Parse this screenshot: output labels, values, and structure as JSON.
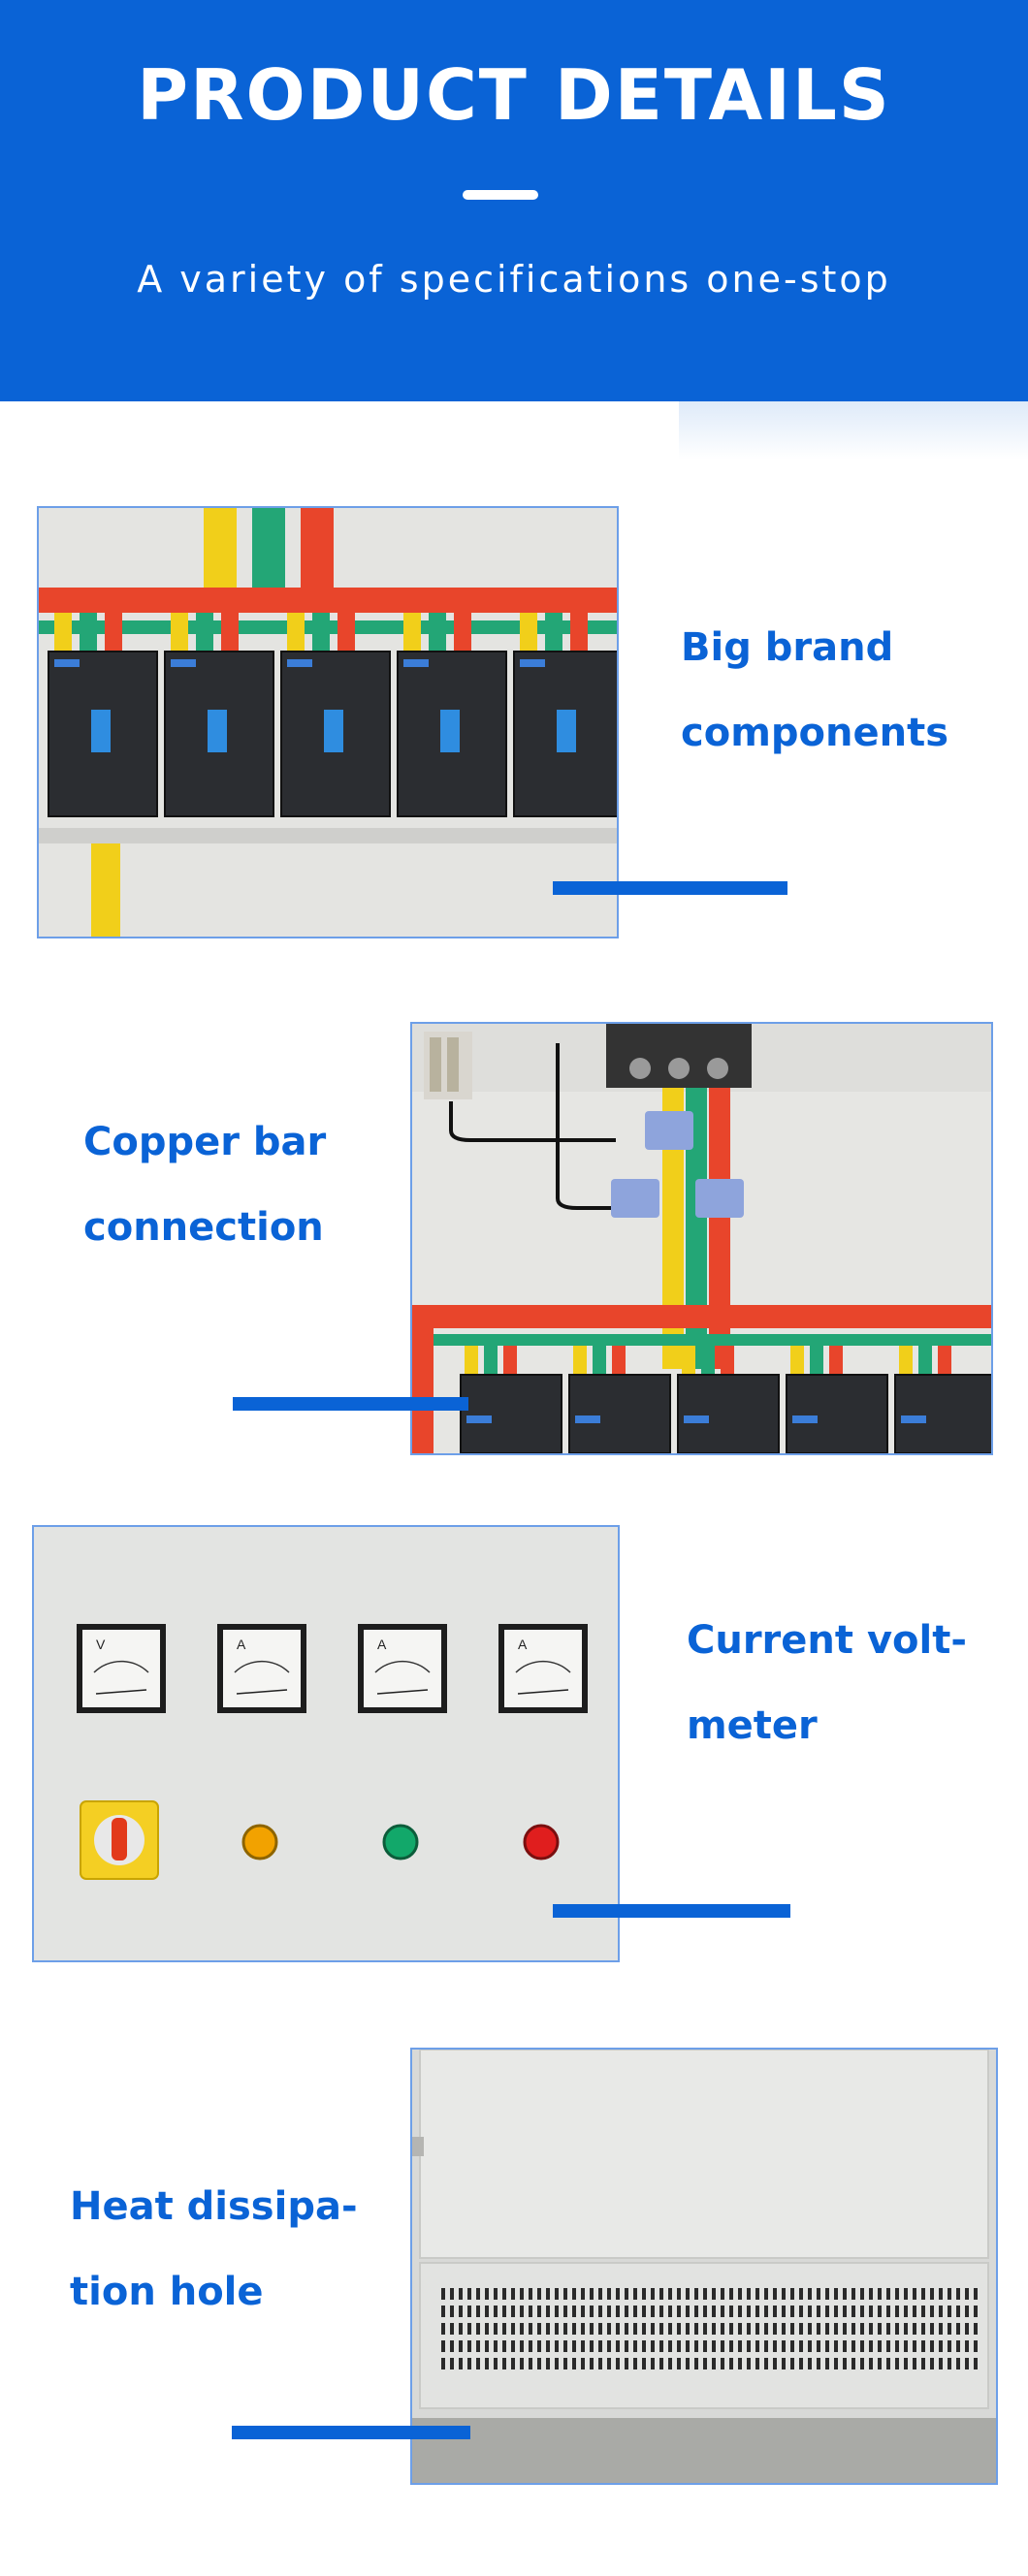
{
  "header": {
    "title": "PRODUCT DETAILS",
    "subtitle": "A variety of specifications one-stop"
  },
  "sections": [
    {
      "caption_line1": "Big brand",
      "caption_line2": "components",
      "image": "circuit-breakers-photo"
    },
    {
      "caption_line1": "Copper bar",
      "caption_line2": "connection",
      "image": "copper-bar-photo"
    },
    {
      "caption_line1": "Current volt-",
      "caption_line2": "meter",
      "image": "meter-panel-photo",
      "meters": [
        {
          "unit": "V"
        },
        {
          "unit": "A"
        },
        {
          "unit": "A"
        },
        {
          "unit": "A"
        }
      ]
    },
    {
      "caption_line1": "Heat dissipa-",
      "caption_line2": "tion hole",
      "image": "cabinet-vents-photo"
    }
  ],
  "colors": {
    "brand_blue": "#0a63d6",
    "border_blue": "#6d9fe8",
    "busbar_red": "#e8452b",
    "busbar_green": "#23a676",
    "busbar_yellow": "#f1cf1a",
    "indicator_orange": "#f2a200",
    "indicator_green": "#12a86a",
    "indicator_red": "#e01e1e"
  }
}
